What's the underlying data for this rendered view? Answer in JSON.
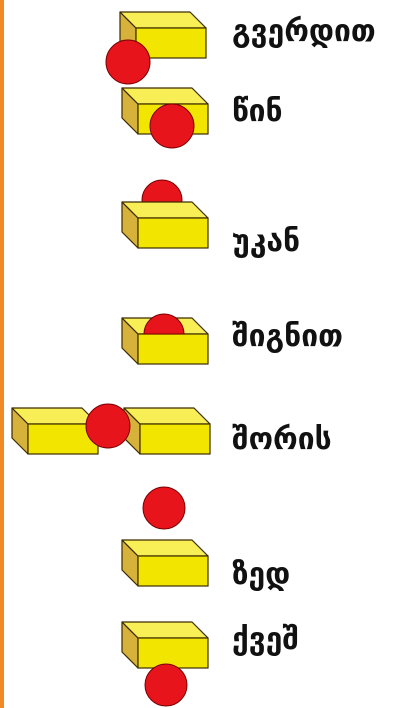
{
  "colors": {
    "box_top": "#f7ef55",
    "box_front": "#f2e600",
    "box_side": "#d6b23a",
    "box_stroke": "#3d2b00",
    "ball": "#e8141c",
    "ball_stroke": "#7a0000",
    "accent_border": "#f08a24"
  },
  "items": [
    {
      "label": "გვერდით",
      "relation": "beside"
    },
    {
      "label": "წინ",
      "relation": "in-front"
    },
    {
      "label": "უკან",
      "relation": "behind"
    },
    {
      "label": "შიგნით",
      "relation": "inside"
    },
    {
      "label": "შორის",
      "relation": "between"
    },
    {
      "label": "ზედ",
      "relation": "on-top"
    },
    {
      "label": "ქვეშ",
      "relation": "under"
    }
  ]
}
